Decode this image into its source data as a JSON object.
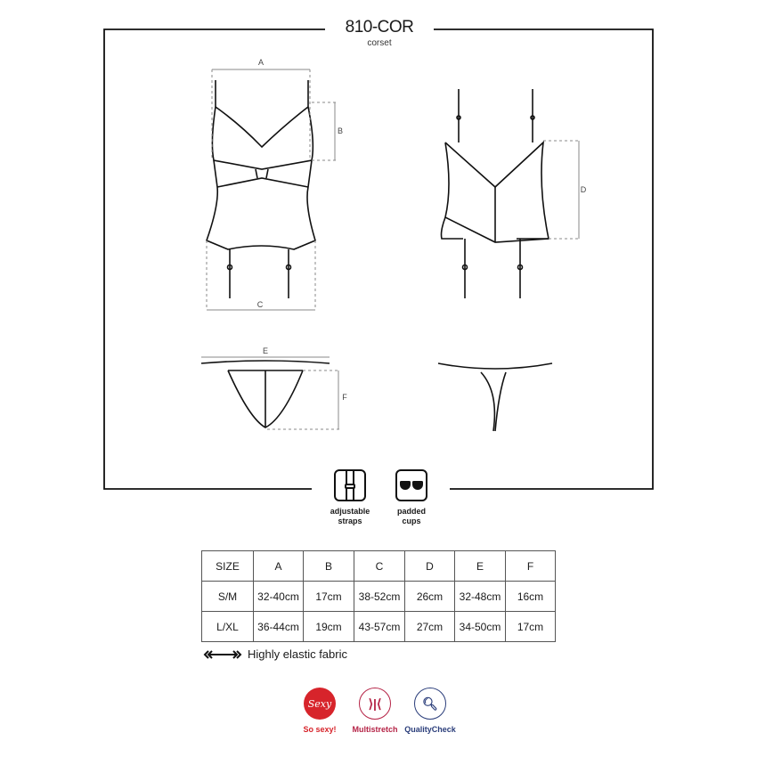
{
  "header": {
    "title": "810-COR",
    "subtitle": "corset"
  },
  "dimensions": {
    "A": "A",
    "B": "B",
    "C": "C",
    "D": "D",
    "E": "E",
    "F": "F"
  },
  "features": [
    {
      "label1": "adjustable",
      "label2": "straps",
      "icon": "adjustable-straps-icon"
    },
    {
      "label1": "padded",
      "label2": "cups",
      "icon": "padded-cups-icon"
    }
  ],
  "table": {
    "headers": [
      "SIZE",
      "A",
      "B",
      "C",
      "D",
      "E",
      "F"
    ],
    "rows": [
      [
        "S/M",
        "32-40cm",
        "17cm",
        "38-52cm",
        "26cm",
        "32-48cm",
        "16cm"
      ],
      [
        "L/XL",
        "36-44cm",
        "19cm",
        "43-57cm",
        "27cm",
        "34-50cm",
        "17cm"
      ]
    ]
  },
  "elastic": {
    "label": "Highly elastic fabric",
    "icon": "stretch-arrow-icon"
  },
  "badges": [
    {
      "label": "So sexy!",
      "inner": "Sexy",
      "color": "#d7242b"
    },
    {
      "label": "Multistretch",
      "color": "#b52346"
    },
    {
      "label": "QualityCheck",
      "color": "#2a3d7a"
    }
  ]
}
